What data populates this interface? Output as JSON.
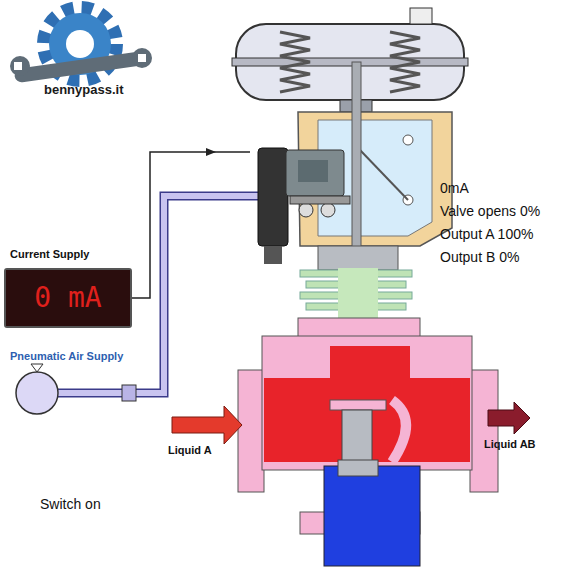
{
  "diagram": {
    "nodes": [
      {
        "text": [
          "Current Supply",
          "0 mA"
        ]
      },
      {
        "text": [
          "Pneumatic Air Supply"
        ]
      }
    ],
    "labels": [
      "bennypass.it",
      "0mA",
      "Valve opens 0%",
      "Output A 100%",
      "Output B 0%",
      "Liquid A",
      "Liquid AB",
      "Switch on"
    ]
  }
}
